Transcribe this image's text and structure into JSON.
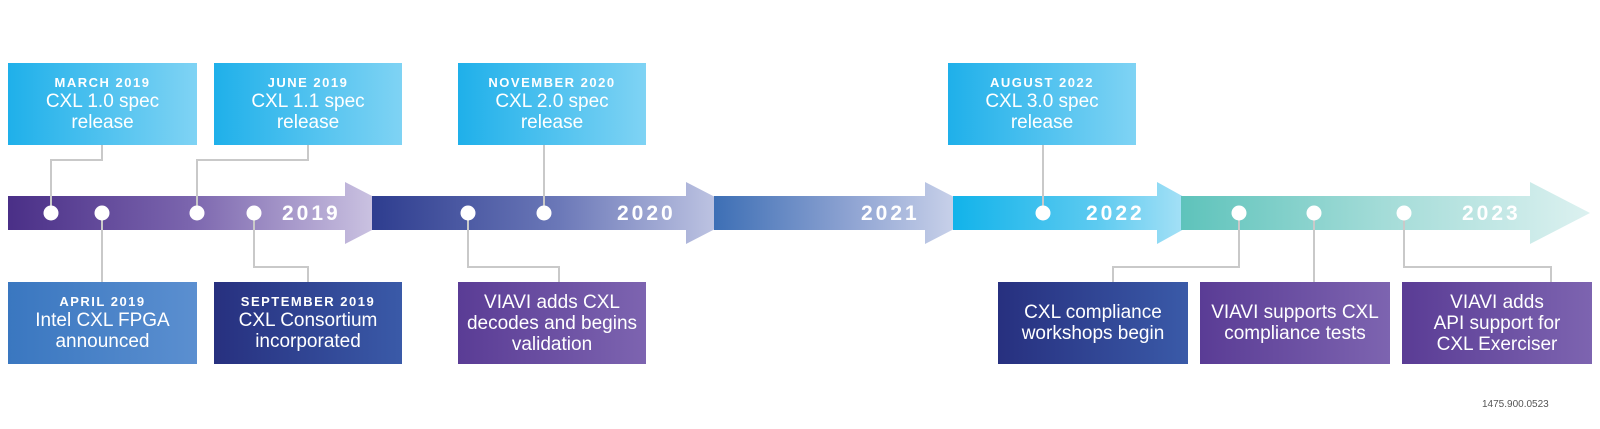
{
  "years": [
    "2019",
    "2020",
    "2021",
    "2022",
    "2023"
  ],
  "top_events": [
    {
      "date": "MARCH 2019",
      "title": "CXL 1.0 spec release"
    },
    {
      "date": "JUNE 2019",
      "title": "CXL 1.1 spec release"
    },
    {
      "date": "NOVEMBER 2020",
      "title": "CXL 2.0 spec release"
    },
    {
      "date": "AUGUST 2022",
      "title": "CXL 3.0 spec release"
    }
  ],
  "bottom_events": [
    {
      "date": "APRIL 2019",
      "lines": [
        "Intel CXL FPGA",
        "announced"
      ]
    },
    {
      "date": "SEPTEMBER 2019",
      "lines": [
        "CXL Consortium",
        "incorporated"
      ]
    },
    {
      "date": "",
      "lines": [
        "VIAVI adds CXL",
        "decodes and begins",
        "validation"
      ]
    },
    {
      "date": "",
      "lines": [
        "CXL compliance",
        "workshops begin"
      ]
    },
    {
      "date": "",
      "lines": [
        "VIAVI supports CXL",
        "compliance tests"
      ]
    },
    {
      "date": "",
      "lines": [
        "VIAVI adds",
        "API support for",
        "CXL Exerciser"
      ]
    }
  ],
  "document_code": "1475.900.0523",
  "colors": {
    "cyan_box": "#2bb6ea",
    "blue_box": "#3f7cc2",
    "navy_box": "#2f3d8c",
    "purple_box": "#6a4a9e",
    "connector": "#c9c9c9"
  }
}
